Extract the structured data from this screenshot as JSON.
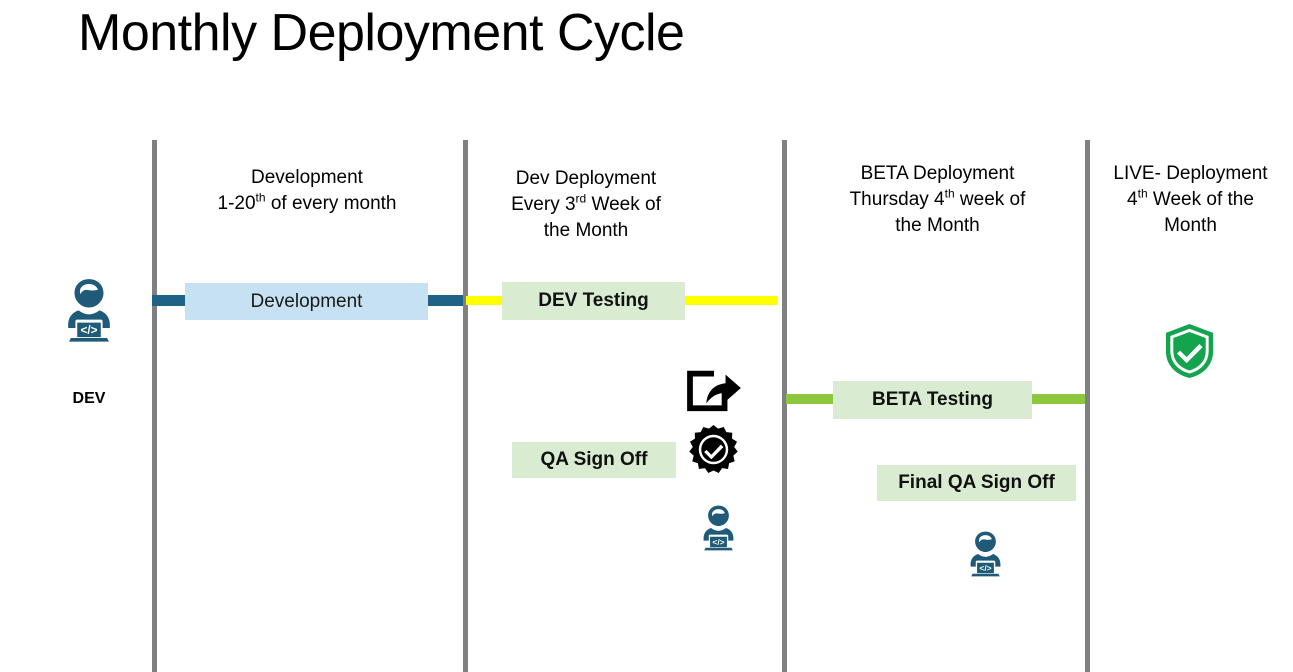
{
  "title": "Monthly Deployment Cycle",
  "colors": {
    "divider": "#808080",
    "dev_track": "#1f6287",
    "dev_box": "#c6e2f2",
    "green_box": "#d9ecd2",
    "yellow_track": "#ffff00",
    "green_track": "#8dc63f",
    "shield_green": "#14a44d",
    "dev_icon": "#1f5b78"
  },
  "columns": [
    {
      "id": "development",
      "header_lines": [
        {
          "text": "Development"
        },
        {
          "pre": "1-20",
          "sup": "th",
          "post": " of every month"
        }
      ]
    },
    {
      "id": "dev-deployment",
      "header_lines": [
        {
          "text": "Dev Deployment"
        },
        {
          "pre": "Every 3",
          "sup": "rd",
          "post": " Week of"
        },
        {
          "text": "the Month"
        }
      ]
    },
    {
      "id": "beta-deployment",
      "header_lines": [
        {
          "text": "BETA Deployment"
        },
        {
          "pre": "Thursday 4",
          "sup": "th",
          "post": " week of"
        },
        {
          "text": "the Month"
        }
      ]
    },
    {
      "id": "live-deployment",
      "header_lines": [
        {
          "text": "LIVE- Deployment"
        },
        {
          "pre": "4",
          "sup": "th",
          "post": " Week of the"
        },
        {
          "text": "Month"
        }
      ]
    }
  ],
  "lane": {
    "actor_label": "DEV"
  },
  "phases": [
    {
      "id": "development",
      "label": "Development"
    },
    {
      "id": "dev-testing",
      "label": "DEV Testing"
    },
    {
      "id": "beta-testing",
      "label": "BETA Testing"
    },
    {
      "id": "qa-sign-off",
      "label": "QA Sign Off"
    },
    {
      "id": "final-qa-sign-off",
      "label": "Final QA Sign Off"
    }
  ],
  "icons": [
    {
      "id": "dev-actor",
      "name": "developer-icon"
    },
    {
      "id": "share",
      "name": "share-icon"
    },
    {
      "id": "verified",
      "name": "verified-badge-icon"
    },
    {
      "id": "dev-2",
      "name": "developer-icon"
    },
    {
      "id": "dev-3",
      "name": "developer-icon"
    },
    {
      "id": "shield",
      "name": "shield-check-icon"
    }
  ]
}
